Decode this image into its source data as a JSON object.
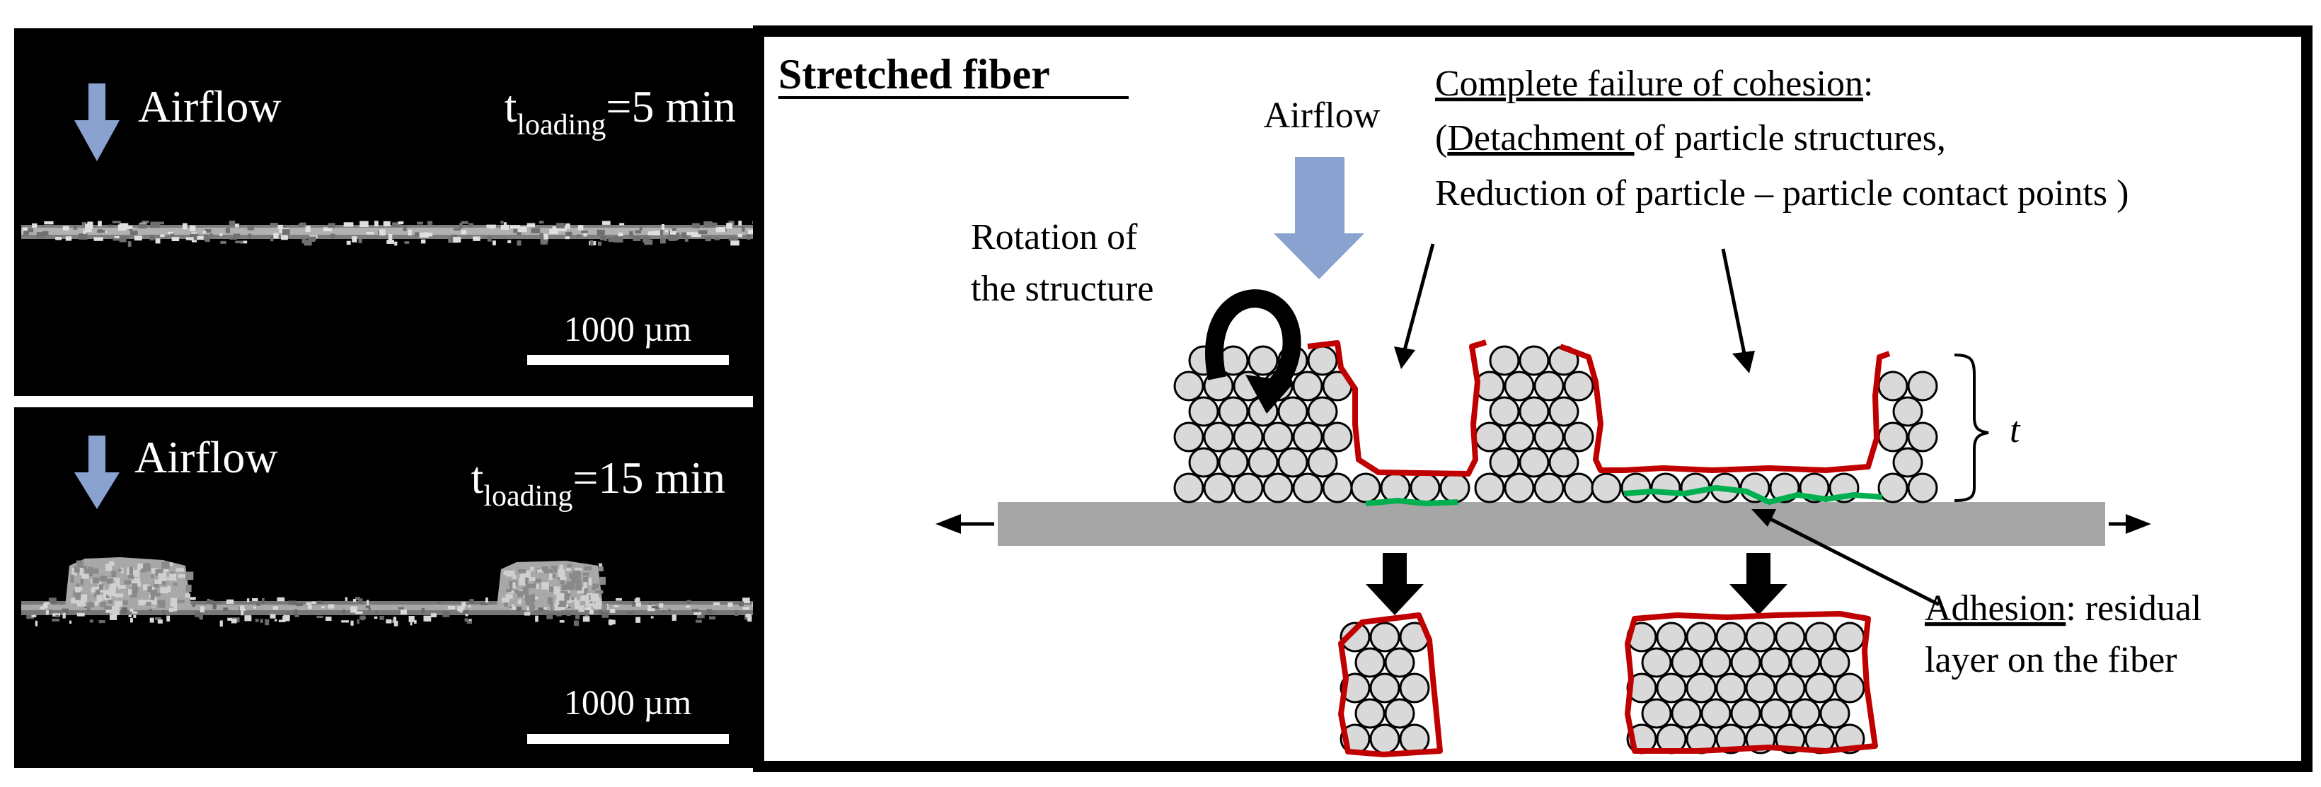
{
  "left_panels": {
    "top": {
      "airflow_label": "Airflow",
      "time_prefix": "t",
      "time_subscript": "loading",
      "time_value": "=5 min",
      "scale_label": "1000 µm"
    },
    "bottom": {
      "airflow_label": "Airflow",
      "time_prefix": "t",
      "time_subscript": "loading",
      "time_value": "=15 min",
      "scale_label": "1000 µm"
    }
  },
  "schematic": {
    "title": "Stretched fiber",
    "airflow_label": "Airflow",
    "rotation_label_line1": "Rotation of",
    "rotation_label_line2": "the structure",
    "cohesion_heading": "Complete failure of cohesion",
    "cohesion_colon": ":",
    "cohesion_line2_open": "(",
    "cohesion_line2_underlined": "Detachment ",
    "cohesion_line2_rest": "of particle structures,",
    "cohesion_line3": "Reduction of particle – particle contact points )",
    "adhesion_heading": "Adhesion",
    "adhesion_rest": ": residual",
    "adhesion_line2": "layer on the fiber",
    "thickness_label": "t"
  },
  "colors": {
    "panel_background": "#000000",
    "airflow_arrow": "#8aa2cf",
    "fiber": "#a6a6a6",
    "particle_fill": "#d9d9d9",
    "cohesion_outline": "#c00000",
    "adhesion_layer": "#00b050"
  }
}
